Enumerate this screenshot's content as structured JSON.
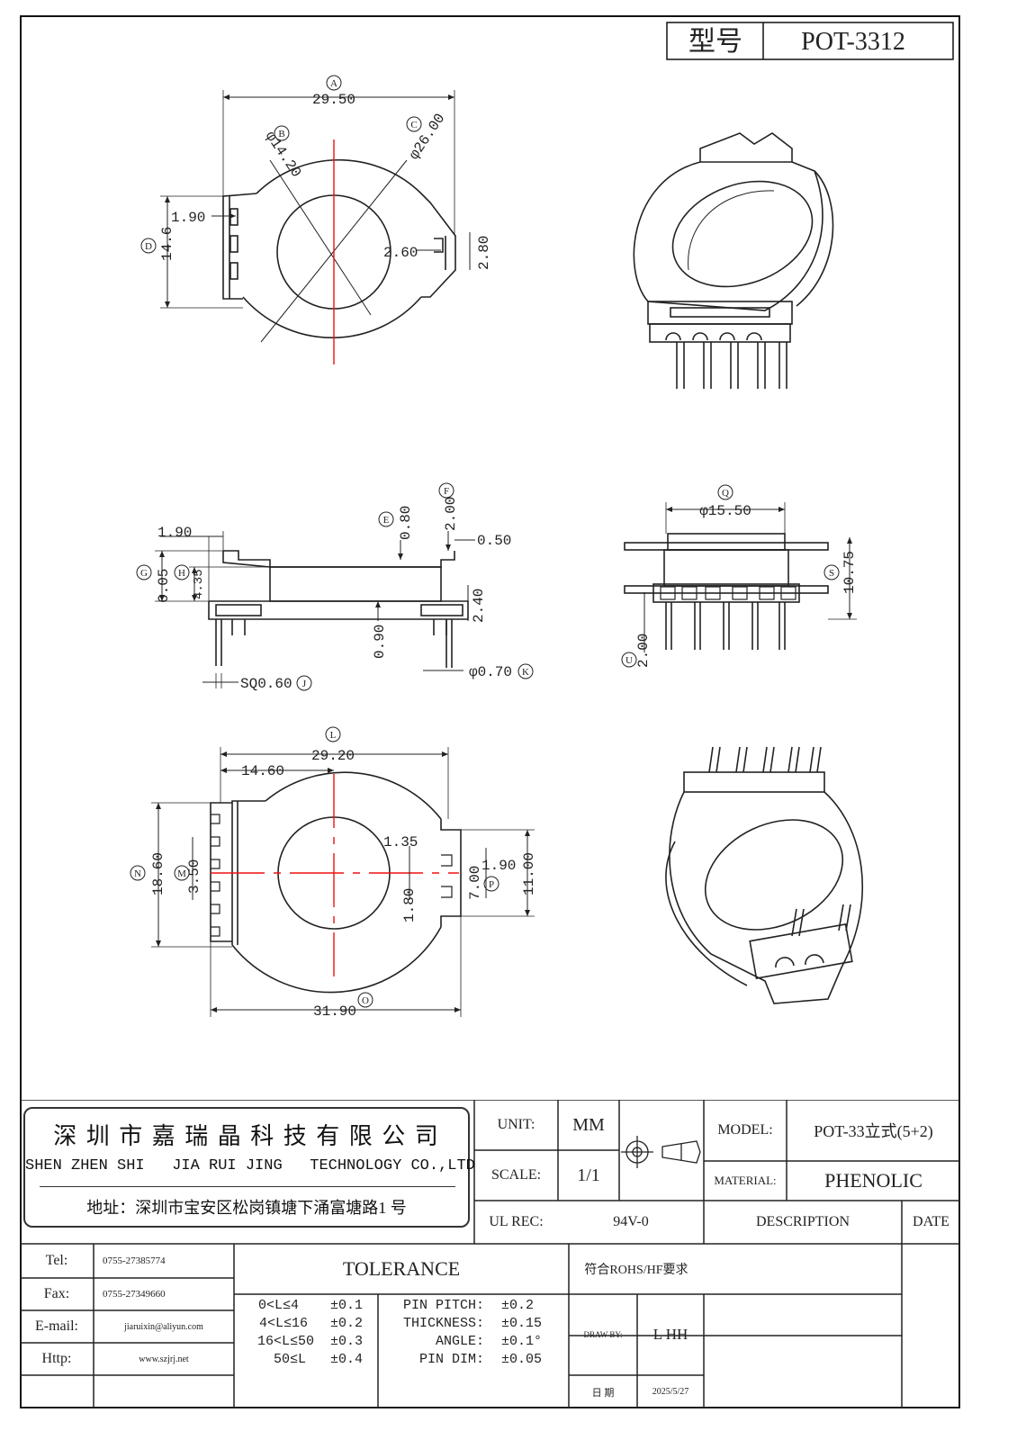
{
  "title_block": {
    "model_label": "型号",
    "model_value": "POT-3312"
  },
  "top_view": {
    "marker_A": "A",
    "dim_A": "29.50",
    "marker_B": "B",
    "dim_B": "φ14.20",
    "marker_C": "C",
    "dim_C": "φ26.00",
    "marker_D": "D",
    "dim_D": "14.6",
    "dim_190": "1.90",
    "dim_260": "2.60",
    "dim_280": "2.80"
  },
  "side_view": {
    "dim_190": "1.90",
    "marker_E": "E",
    "dim_E": "0.80",
    "marker_F": "F",
    "dim_F": "2.00",
    "dim_050": "0.50",
    "marker_G": "G",
    "dim_G": "6.05",
    "marker_H": "H",
    "dim_H": "4.35",
    "dim_240": "2.40",
    "dim_090": "0.90",
    "marker_J": "J",
    "dim_J": "SQ0.60",
    "marker_K": "K",
    "dim_K": "φ0.70"
  },
  "front_view": {
    "marker_Q": "Q",
    "dim_Q": "φ15.50",
    "marker_S": "S",
    "dim_S": "10.75",
    "marker_U": "U",
    "dim_U": "2.00"
  },
  "bottom_view": {
    "marker_L": "L",
    "dim_L": "29.20",
    "dim_1460": "14.60",
    "marker_N": "N",
    "dim_N": "18.60",
    "marker_M": "M",
    "dim_M": "3.50",
    "dim_135": "1.35",
    "dim_190": "1.90",
    "dim_700": "7.00",
    "marker_P": "P",
    "dim_1100": "11.00",
    "dim_180": "1.80",
    "marker_O": "O",
    "dim_O": "31.90"
  },
  "company": {
    "name_cn": "深 圳 市 嘉 瑞 晶 科 技 有 限 公 司",
    "name_en": "SHEN ZHEN SHI   JIA RUI JING   TECHNOLOGY CO.,LTD",
    "address": "地址：深圳市宝安区松岗镇塘下涌富塘路1 号"
  },
  "spec": {
    "unit_label": "UNIT:",
    "unit_value": "MM",
    "scale_label": "SCALE:",
    "scale_value": "1/1",
    "model_label": "MODEL:",
    "model_value": "POT-33立式(5+2)",
    "material_label": "MATERIAL:",
    "material_value": "PHENOLIC",
    "ul_label": "UL REC:",
    "ul_value": "94V-0",
    "description_label": "DESCRIPTION",
    "date_label": "DATE"
  },
  "contact": {
    "tel_label": "Tel:",
    "tel": "0755-27385774",
    "fax_label": "Fax:",
    "fax": "0755-27349660",
    "email_label": "E-mail:",
    "email": "jiaruixin@aliyun.com",
    "http_label": "Http:",
    "http": "www.szjrj.net"
  },
  "tolerance": {
    "title": "TOLERANCE",
    "rows": [
      {
        "range": "0<L≤4",
        "tol": "±0.1",
        "name": "PIN PITCH:",
        "value": "±0.2"
      },
      {
        "range": "4<L≤16",
        "tol": "±0.2",
        "name": "THICKNESS:",
        "value": "±0.15"
      },
      {
        "range": "16<L≤50",
        "tol": "±0.3",
        "name": "ANGLE:",
        "value": "±0.1°"
      },
      {
        "range": "50≤L",
        "tol": "±0.4",
        "name": "PIN DIM:",
        "value": "±0.05"
      }
    ]
  },
  "approval": {
    "rohs": "符合ROHS/HF要求",
    "draw_by_label": "DRAW BY:",
    "draw_by": "L HH",
    "date_label": "日 期",
    "date": "2025/5/27"
  }
}
